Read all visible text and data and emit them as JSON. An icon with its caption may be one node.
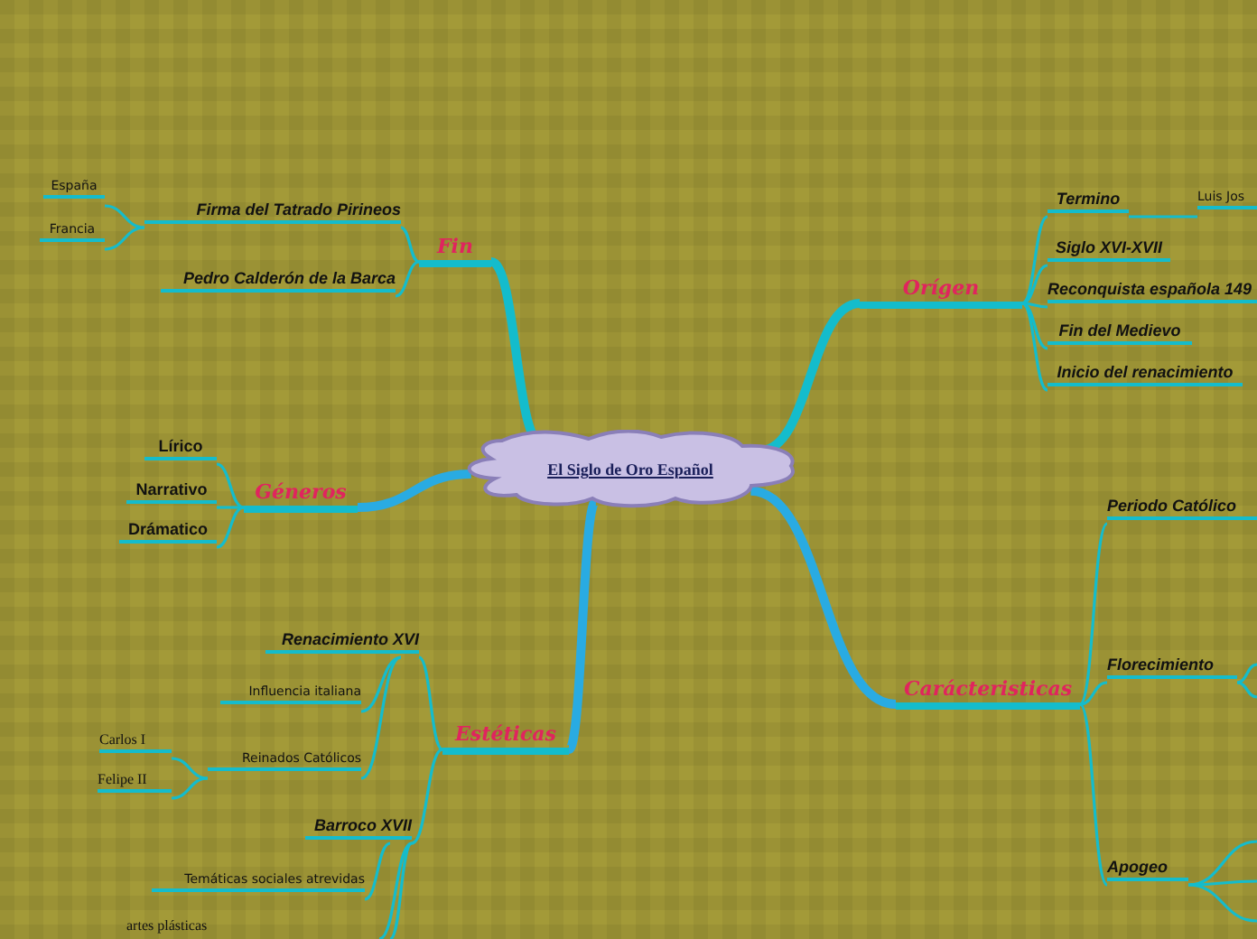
{
  "diagram": {
    "nodes": [
      {
        "text": [
          "El Siglo de Oro Español"
        ]
      },
      {
        "text": [
          "Fin"
        ]
      },
      {
        "text": [
          "Firma del Tatrado Pirineos"
        ]
      },
      {
        "text": [
          "España"
        ]
      },
      {
        "text": [
          "Francia"
        ]
      },
      {
        "text": [
          "Pedro Calderón de la Barca"
        ]
      },
      {
        "text": [
          "Orígen"
        ]
      },
      {
        "text": [
          "Termino"
        ]
      },
      {
        "text": [
          "Luis Jos"
        ]
      },
      {
        "text": [
          "Siglo XVI-XVII"
        ]
      },
      {
        "text": [
          "Reconquista española 149"
        ]
      },
      {
        "text": [
          "Fin del Medievo"
        ]
      },
      {
        "text": [
          "Inicio del renacimiento"
        ]
      },
      {
        "text": [
          "Géneros"
        ]
      },
      {
        "text": [
          "Lírico"
        ]
      },
      {
        "text": [
          "Narrativo"
        ]
      },
      {
        "text": [
          "Drámatico"
        ]
      },
      {
        "text": [
          "Estéticas"
        ]
      },
      {
        "text": [
          "Renacimiento XVI"
        ]
      },
      {
        "text": [
          "Influencia italiana"
        ]
      },
      {
        "text": [
          "Reinados Católicos"
        ]
      },
      {
        "text": [
          "Carlos I"
        ]
      },
      {
        "text": [
          "Felipe II"
        ]
      },
      {
        "text": [
          "Barroco XVII"
        ]
      },
      {
        "text": [
          "Temáticas sociales atrevidas"
        ]
      },
      {
        "text": [
          "artes plásticas"
        ]
      },
      {
        "text": [
          "Carácteristicas"
        ]
      },
      {
        "text": [
          "Periodo Católico"
        ]
      },
      {
        "text": [
          "Florecimiento"
        ]
      },
      {
        "text": [
          "Apogeo"
        ]
      }
    ],
    "edges": [
      {
        "from": 0,
        "to": 1,
        "arrow": "none",
        "style": "thick"
      },
      {
        "from": 1,
        "to": 2,
        "arrow": "none"
      },
      {
        "from": 2,
        "to": 3,
        "arrow": "none"
      },
      {
        "from": 2,
        "to": 4,
        "arrow": "none"
      },
      {
        "from": 1,
        "to": 5,
        "arrow": "none"
      },
      {
        "from": 0,
        "to": 6,
        "arrow": "none",
        "style": "thick"
      },
      {
        "from": 6,
        "to": 7,
        "arrow": "none"
      },
      {
        "from": 7,
        "to": 8,
        "arrow": "none"
      },
      {
        "from": 6,
        "to": 9,
        "arrow": "none"
      },
      {
        "from": 6,
        "to": 10,
        "arrow": "none"
      },
      {
        "from": 6,
        "to": 11,
        "arrow": "none"
      },
      {
        "from": 6,
        "to": 12,
        "arrow": "none"
      },
      {
        "from": 0,
        "to": 13,
        "arrow": "none",
        "style": "thick",
        "color": "#29abe2"
      },
      {
        "from": 13,
        "to": 14,
        "arrow": "none"
      },
      {
        "from": 13,
        "to": 15,
        "arrow": "none"
      },
      {
        "from": 13,
        "to": 16,
        "arrow": "none"
      },
      {
        "from": 0,
        "to": 17,
        "arrow": "none",
        "style": "thick",
        "color": "#29abe2"
      },
      {
        "from": 17,
        "to": 18,
        "arrow": "none"
      },
      {
        "from": 18,
        "to": 19,
        "arrow": "none"
      },
      {
        "from": 18,
        "to": 20,
        "arrow": "none"
      },
      {
        "from": 20,
        "to": 21,
        "arrow": "none"
      },
      {
        "from": 20,
        "to": 22,
        "arrow": "none"
      },
      {
        "from": 17,
        "to": 23,
        "arrow": "none"
      },
      {
        "from": 23,
        "to": 24,
        "arrow": "none"
      },
      {
        "from": 23,
        "to": null,
        "arrow": "none"
      },
      {
        "from": 23,
        "to": null,
        "arrow": "none"
      },
      {
        "from": 0,
        "to": 26,
        "arrow": "none",
        "style": "thick",
        "color": "#29abe2"
      },
      {
        "from": 26,
        "to": 27,
        "arrow": "none"
      },
      {
        "from": 26,
        "to": 28,
        "arrow": "none"
      },
      {
        "from": 26,
        "to": 29,
        "arrow": "none"
      },
      {
        "from": 28,
        "to": null,
        "arrow": "none"
      },
      {
        "from": 28,
        "to": null,
        "arrow": "none"
      },
      {
        "from": 29,
        "to": null,
        "arrow": "none"
      },
      {
        "from": 29,
        "to": null,
        "arrow": "none"
      },
      {
        "from": 29,
        "to": null,
        "arrow": "none"
      }
    ]
  }
}
